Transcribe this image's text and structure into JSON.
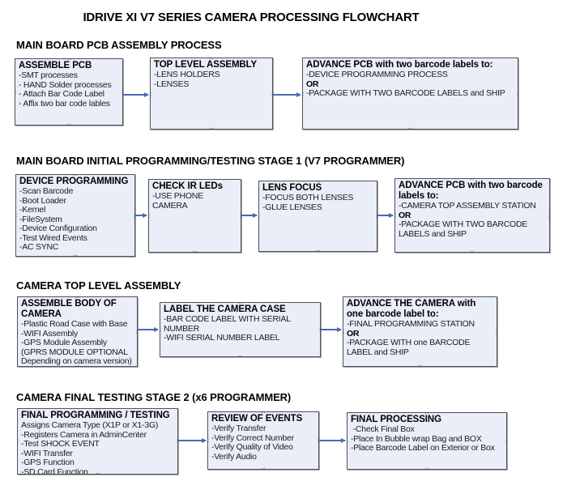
{
  "title": "IDRIVE XI V7 SERIES CAMERA PROCESSING FLOWCHART",
  "colors": {
    "box_fill": "#e9eef8",
    "box_border": "#50505a",
    "arrow": "#4a6ab0",
    "handle": "#8a8f9f"
  },
  "sections": [
    {
      "header": "MAIN BOARD PCB ASSEMBLY PROCESS",
      "boxes": [
        {
          "title": "ASSEMBLE PCB",
          "items": [
            {
              "t": "-SMT processes"
            },
            {
              "t": "- HAND Solder processes"
            },
            {
              "t": "- Attach Bar Code Label"
            },
            {
              "t": "- Affix two bar code lables"
            }
          ]
        },
        {
          "title": "TOP LEVEL ASSEMBLY",
          "items": [
            {
              "t": "-LENS HOLDERS"
            },
            {
              "t": "-LENSES"
            }
          ]
        },
        {
          "title": "ADVANCE PCB with two barcode labels to:",
          "items": [
            {
              "t": "-DEVICE PROGRAMMING PROCESS"
            },
            {
              "t": "OR",
              "b": true
            },
            {
              "t": "-PACKAGE WITH TWO BARCODE LABELS and SHIP"
            }
          ]
        }
      ]
    },
    {
      "header": "MAIN BOARD INITIAL PROGRAMMING/TESTING STAGE 1 (V7 PROGRAMMER)",
      "boxes": [
        {
          "title": "DEVICE PROGRAMMING",
          "items": [
            {
              "t": "-Scan Barcode"
            },
            {
              "t": "-Boot Loader"
            },
            {
              "t": "-Kernel"
            },
            {
              "t": "-FileSystem"
            },
            {
              "t": "-Device Configuration"
            },
            {
              "t": "-Test Wired Events"
            },
            {
              "t": "-AC SYNC"
            }
          ]
        },
        {
          "title": "CHECK IR LEDs",
          "items": [
            {
              "t": "-USE PHONE CAMERA"
            }
          ]
        },
        {
          "title": "LENS FOCUS",
          "items": [
            {
              "t": "-FOCUS BOTH LENSES"
            },
            {
              "t": "-GLUE LENSES"
            }
          ]
        },
        {
          "title": "ADVANCE PCB with two barcode labels to:",
          "items": [
            {
              "t": "-CAMERA TOP ASSEMBLY STATION"
            },
            {
              "t": "OR",
              "b": true
            },
            {
              "t": "-PACKAGE WITH TWO BARCODE LABELS and SHIP"
            }
          ]
        }
      ]
    },
    {
      "header": "CAMERA TOP LEVEL ASSEMBLY",
      "boxes": [
        {
          "title": "ASSEMBLE BODY OF CAMERA",
          "items": [
            {
              "t": "-Plastic Road Case with Base"
            },
            {
              "t": "-WIFI Assembly"
            },
            {
              "t": "-GPS Module Assembly"
            },
            {
              "t": "(GPRS MODULE OPTIONAL"
            },
            {
              "t": "Depending on camera version)"
            }
          ]
        },
        {
          "title": "LABEL THE CAMERA CASE",
          "items": [
            {
              "t": "-BAR CODE LABEL WITH SERIAL NUMBER"
            },
            {
              "t": "-WIFI SERIAL NUMBER LABEL"
            }
          ]
        },
        {
          "title": "ADVANCE THE CAMERA with one barcode label to:",
          "items": [
            {
              "t": "-FINAL PROGRAMMING STATION"
            },
            {
              "t": "OR",
              "b": true
            },
            {
              "t": "-PACKAGE WITH one BARCODE LABEL and SHIP"
            }
          ]
        }
      ]
    },
    {
      "header": "CAMERA FINAL TESTING STAGE 2 (x6 PROGRAMMER)",
      "boxes": [
        {
          "title": "FINAL PROGRAMMING / TESTING",
          "items": [
            {
              "t": "Assigns Camera Type (X1P or X1-3G)"
            },
            {
              "t": "-Registers Camera in AdminCenter"
            },
            {
              "t": "-Test SHOCK EVENT"
            },
            {
              "t": "-WIFI Transfer"
            },
            {
              "t": "-GPS Function"
            },
            {
              "t": "-SD Card Function"
            }
          ]
        },
        {
          "title": "REVIEW OF EVENTS",
          "items": [
            {
              "t": "-Verify Transfer"
            },
            {
              "t": "-Verify Correct Number"
            },
            {
              "t": "-Verify Quality of Video"
            },
            {
              "t": "-Verify Audio"
            }
          ]
        },
        {
          "title": "FINAL PROCESSING",
          "items": [
            {
              "t": " -Check Final Box"
            },
            {
              "t": "-Place In Bubble wrap Bag and BOX"
            },
            {
              "t": "-Place Barcode Label on Exterior or Box"
            }
          ]
        }
      ]
    }
  ],
  "flow_connections": [
    {
      "section": 0,
      "from": "ASSEMBLE PCB",
      "to": "TOP LEVEL ASSEMBLY"
    },
    {
      "section": 0,
      "from": "TOP LEVEL ASSEMBLY",
      "to": "ADVANCE PCB with two barcode labels to:"
    },
    {
      "section": 1,
      "from": "DEVICE PROGRAMMING",
      "to": "CHECK IR LEDs"
    },
    {
      "section": 1,
      "from": "CHECK IR LEDs",
      "to": "LENS FOCUS"
    },
    {
      "section": 1,
      "from": "LENS FOCUS",
      "to": "ADVANCE PCB with two barcode labels to:"
    },
    {
      "section": 2,
      "from": "ASSEMBLE BODY OF CAMERA",
      "to": "LABEL THE CAMERA CASE"
    },
    {
      "section": 2,
      "from": "LABEL THE CAMERA CASE",
      "to": "ADVANCE THE CAMERA with one barcode label to:"
    },
    {
      "section": 3,
      "from": "FINAL PROGRAMMING / TESTING",
      "to": "REVIEW OF EVENTS"
    },
    {
      "section": 3,
      "from": "REVIEW OF EVENTS",
      "to": "FINAL PROCESSING"
    }
  ]
}
